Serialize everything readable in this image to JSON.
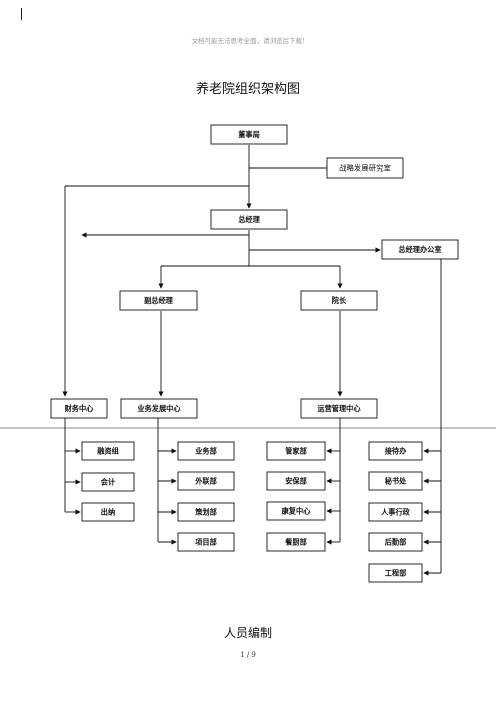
{
  "header_note": "文档可能无法思考全面，请浏览后下载!",
  "title": "养老院组织架构图",
  "nodes": {
    "board": "董事局",
    "strategy": "战略发展研究室",
    "gm": "总经理",
    "gm_office": "总经理办公室",
    "deputy_gm": "副总经理",
    "dean": "院长",
    "finance": "财务中心",
    "business_dev": "业务发展中心",
    "operations": "运营管理中心",
    "financing": "融资组",
    "accounting": "会计",
    "cashier": "出纳",
    "business_dept": "业务部",
    "liaison": "外联部",
    "planning": "策划部",
    "project": "项目部",
    "housekeeping": "管家部",
    "security": "安保部",
    "rehab": "康复中心",
    "catering": "餐厨部",
    "reception": "接待办",
    "secretariat": "秘书处",
    "hr_admin": "人事行政",
    "logistics": "后勤部",
    "engineering": "工程部"
  },
  "section_heading": "人员编制",
  "page_number": "1 / 9"
}
